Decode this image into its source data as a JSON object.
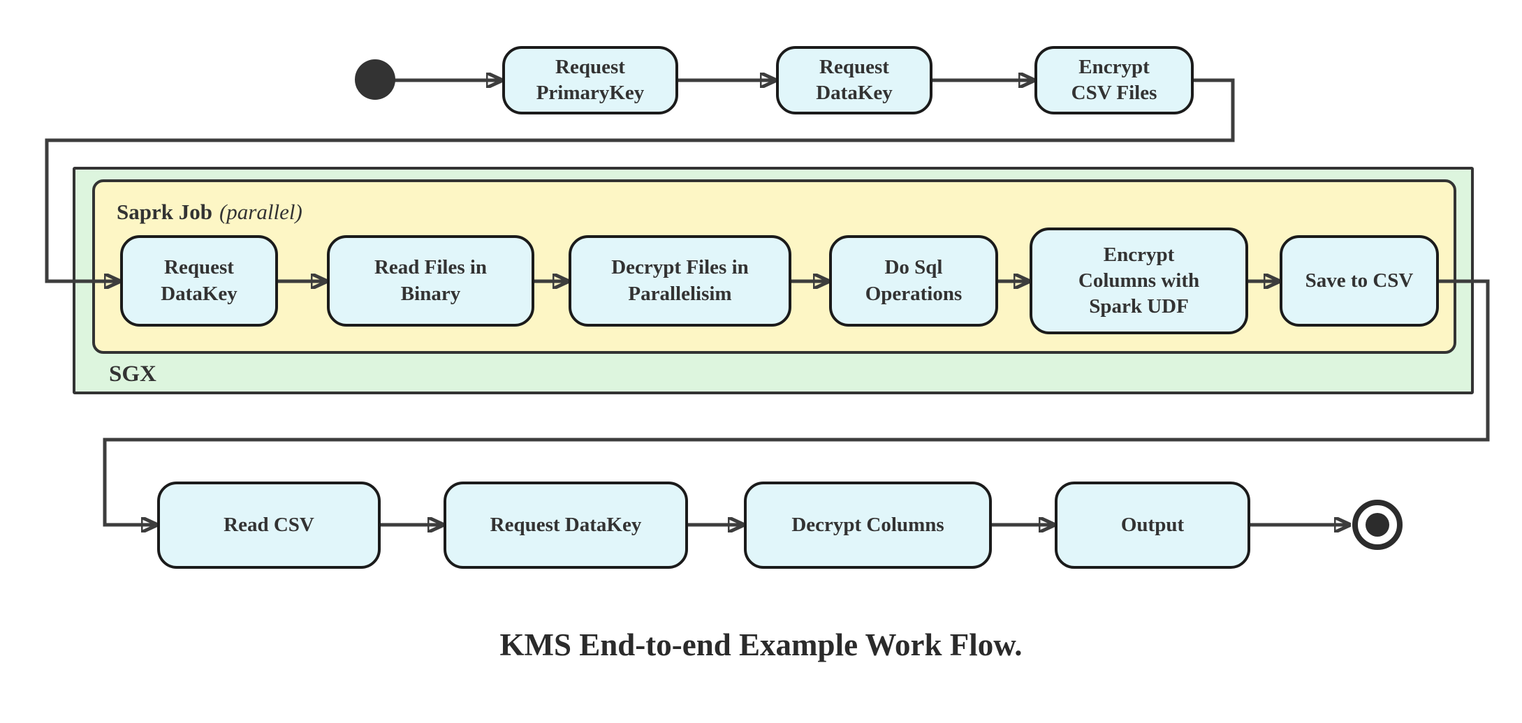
{
  "title": "KMS End-to-end Example Work Flow.",
  "top_row": {
    "nodes": [
      "Request\nPrimaryKey",
      "Request\nDataKey",
      "Encrypt\nCSV Files"
    ]
  },
  "sgx_container": {
    "label": "SGX",
    "spark_container": {
      "label": "Saprk Job",
      "qualifier": "(parallel)",
      "nodes": [
        "Request\nDataKey",
        "Read Files in\nBinary",
        "Decrypt Files in\nParallelisim",
        "Do Sql\nOperations",
        "Encrypt\nColumns with\nSpark UDF",
        "Save to CSV"
      ]
    }
  },
  "bottom_row": {
    "nodes": [
      "Read CSV",
      "Request DataKey",
      "Decrypt Columns",
      "Output"
    ]
  },
  "colors": {
    "node_fill": "#e1f6fa",
    "node_border": "#1b1b1b",
    "spark_container_fill": "#fdf6c5",
    "sgx_container_fill": "#ddf5de",
    "container_border": "#333333",
    "edge": "#3d3d3d",
    "text": "#333333"
  }
}
